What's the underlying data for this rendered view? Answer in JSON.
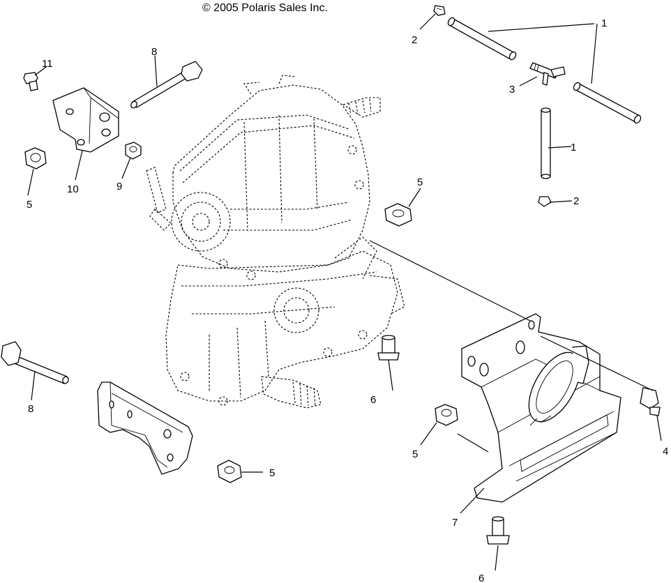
{
  "copyright": "© 2005 Polaris Sales Inc.",
  "callouts": {
    "c1a": "1",
    "c1b": "1",
    "c2a": "2",
    "c2b": "2",
    "c3": "3",
    "c4": "4",
    "c5a": "5",
    "c5b": "5",
    "c5c": "5",
    "c5d": "5",
    "c6a": "6",
    "c6b": "6",
    "c7": "7",
    "c8a": "8",
    "c8b": "8",
    "c9": "9",
    "c10": "10",
    "c11": "11"
  }
}
